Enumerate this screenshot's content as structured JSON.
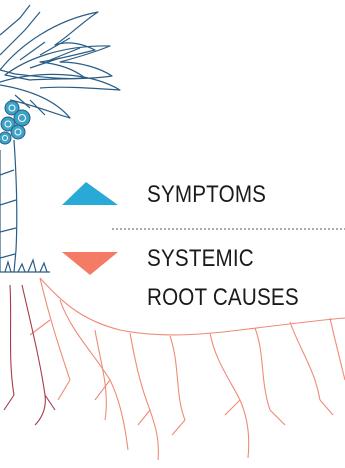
{
  "legend": {
    "symptoms": {
      "label": "SYMPTOMS",
      "marker": "up-triangle",
      "color": "#29a9d6"
    },
    "causes": {
      "label_line1": "SYSTEMIC",
      "label_line2": "ROOT CAUSES",
      "marker": "down-triangle",
      "color": "#f47c67"
    }
  },
  "colors": {
    "tree_outline": "#2a5d86",
    "coconut": "#3aa3c6",
    "roots_light": "#f08a78",
    "roots_dark": "#a83a4c",
    "divider": "#555555"
  }
}
